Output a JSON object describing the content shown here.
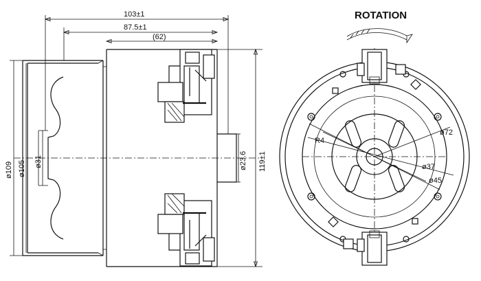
{
  "side_view": {
    "dim_overall": "103±1",
    "dim_body": "87.5±1",
    "dim_ref": "(62)",
    "dia_outer": "ø109",
    "dia_inner": "ø105",
    "dia_hole": "ø31",
    "dia_shaft_boss": "ø23.6",
    "height": "119±1"
  },
  "front_view": {
    "title": "ROTATION",
    "radius": "R4",
    "dia_72": "ø72",
    "dia_37": "ø37",
    "dia_45": "ø45"
  },
  "colors": {
    "line": "#111111",
    "background": "#ffffff"
  }
}
